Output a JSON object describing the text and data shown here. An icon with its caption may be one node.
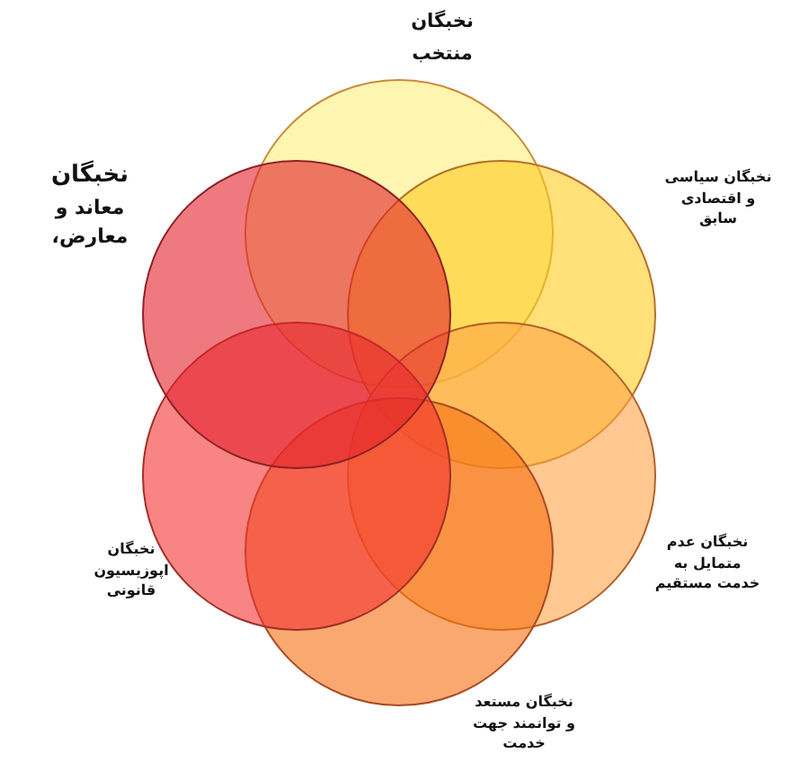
{
  "diagram": {
    "nodes": [
      {
        "text": [],
        "shape": "circle",
        "beside": [
          "نخبگان منتخب"
        ]
      },
      {
        "text": [],
        "shape": "circle",
        "beside": [
          "نخبگان سیاسی و اقتصادی سابق"
        ]
      },
      {
        "text": [],
        "shape": "circle",
        "beside": [
          "نخبگان عدم متمایل به خدمت مستقیم"
        ]
      },
      {
        "text": [],
        "shape": "circle",
        "beside": [
          "نخبگان مستعد و توانمند جهت خدمت"
        ]
      },
      {
        "text": [],
        "shape": "circle",
        "beside": [
          "نخبگان اپوزیسیون قانونی"
        ]
      },
      {
        "text": [],
        "shape": "circle",
        "beside": [
          "نخبگان معاند و معارض،"
        ]
      }
    ]
  }
}
